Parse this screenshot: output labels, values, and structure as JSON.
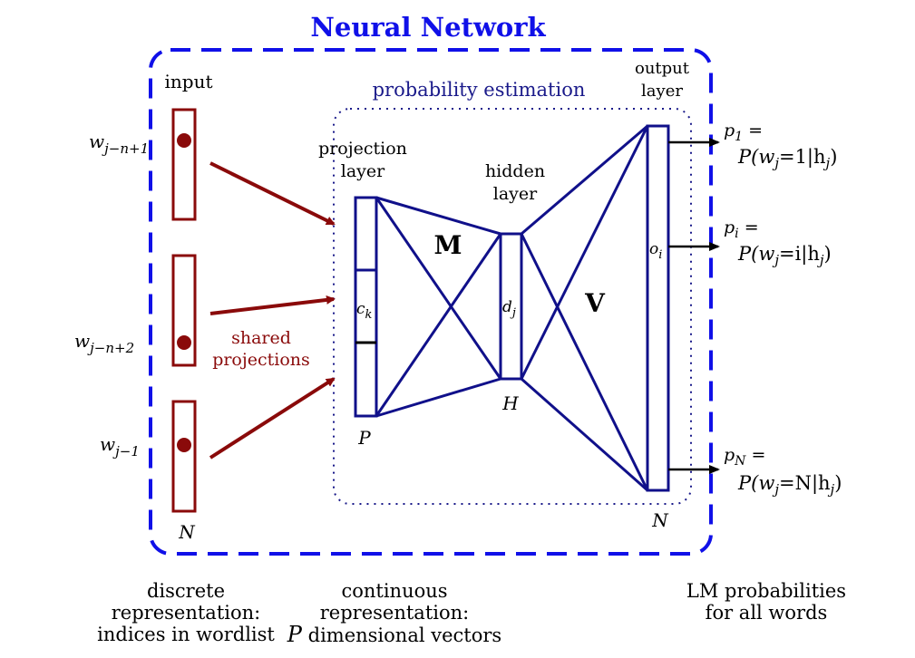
{
  "title": "Neural Network",
  "colors": {
    "title_blue": "#1010e8",
    "network_blue": "#10108a",
    "label_navy": "#1a1a8a",
    "arrow_red": "#8a0a0a",
    "text_black": "#000000"
  },
  "labels": {
    "input": "input",
    "prob_estimation": "probability estimation",
    "output_layer_line1": "output",
    "output_layer_line2": "layer",
    "projection_line1": "projection",
    "projection_line2": "layer",
    "hidden_line1": "hidden",
    "hidden_line2": "layer",
    "shared_line1": "shared",
    "shared_line2": "projections",
    "matrix_M": "M",
    "matrix_V": "V",
    "ck": "c",
    "ck_sub": "k",
    "dj": "d",
    "dj_sub": "j",
    "oi": "o",
    "oi_sub": "i",
    "dim_P": "P",
    "dim_H": "H",
    "dim_N_input": "N",
    "dim_N_output": "N"
  },
  "inputs": [
    {
      "var": "w",
      "sub": "j−n+1"
    },
    {
      "var": "w",
      "sub": "j−n+2"
    },
    {
      "var": "w",
      "sub": "j−1"
    }
  ],
  "outputs": [
    {
      "p": "p",
      "p_sub": "1",
      "eq": " =",
      "prob": "P(w",
      "prob_sub": "j",
      "prob_rest": "=1|h",
      "h_sub": "j",
      "close": ")"
    },
    {
      "p": "p",
      "p_sub": "i",
      "eq": " =",
      "prob": "P(w",
      "prob_sub": "j",
      "prob_rest": "=i|h",
      "h_sub": "j",
      "close": ")"
    },
    {
      "p": "p",
      "p_sub": "N",
      "eq": " =",
      "prob": "P(w",
      "prob_sub": "j",
      "prob_rest": "=N|h",
      "h_sub": "j",
      "close": ")"
    }
  ],
  "captions": {
    "discrete_line1": "discrete",
    "discrete_line2": "representation:",
    "discrete_line3": "indices in wordlist",
    "continuous_line1": "continuous",
    "continuous_line2": "representation:",
    "continuous_line3_var": "P",
    "continuous_line3_rest": " dimensional vectors",
    "lm_line1": "LM probabilities",
    "lm_line2": "for all words"
  }
}
